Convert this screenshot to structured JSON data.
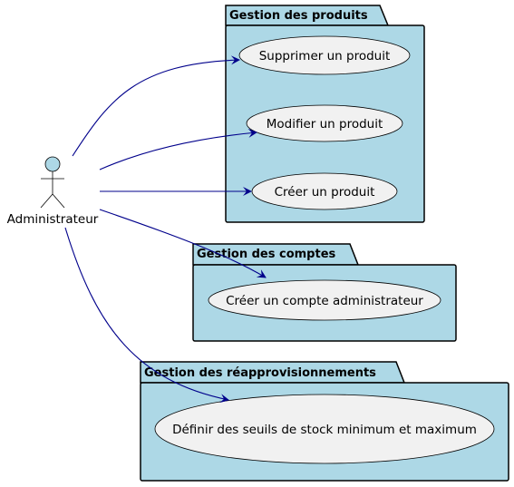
{
  "colors": {
    "package_fill": "#add8e6",
    "usecase_fill": "#f1f1f1",
    "actor_fill": "#add8e6",
    "arrow": "#00008b",
    "border": "#000000"
  },
  "actor": {
    "label": "Administrateur"
  },
  "packages": [
    {
      "title": "Gestion des produits",
      "usecases": [
        "Supprimer un produit",
        "Modifier un produit",
        "Créer un produit"
      ]
    },
    {
      "title": "Gestion des comptes",
      "usecases": [
        "Créer un compte administrateur"
      ]
    },
    {
      "title": "Gestion des réapprovisionnements",
      "usecases": [
        "Définir des seuils de stock minimum et maximum"
      ]
    }
  ]
}
